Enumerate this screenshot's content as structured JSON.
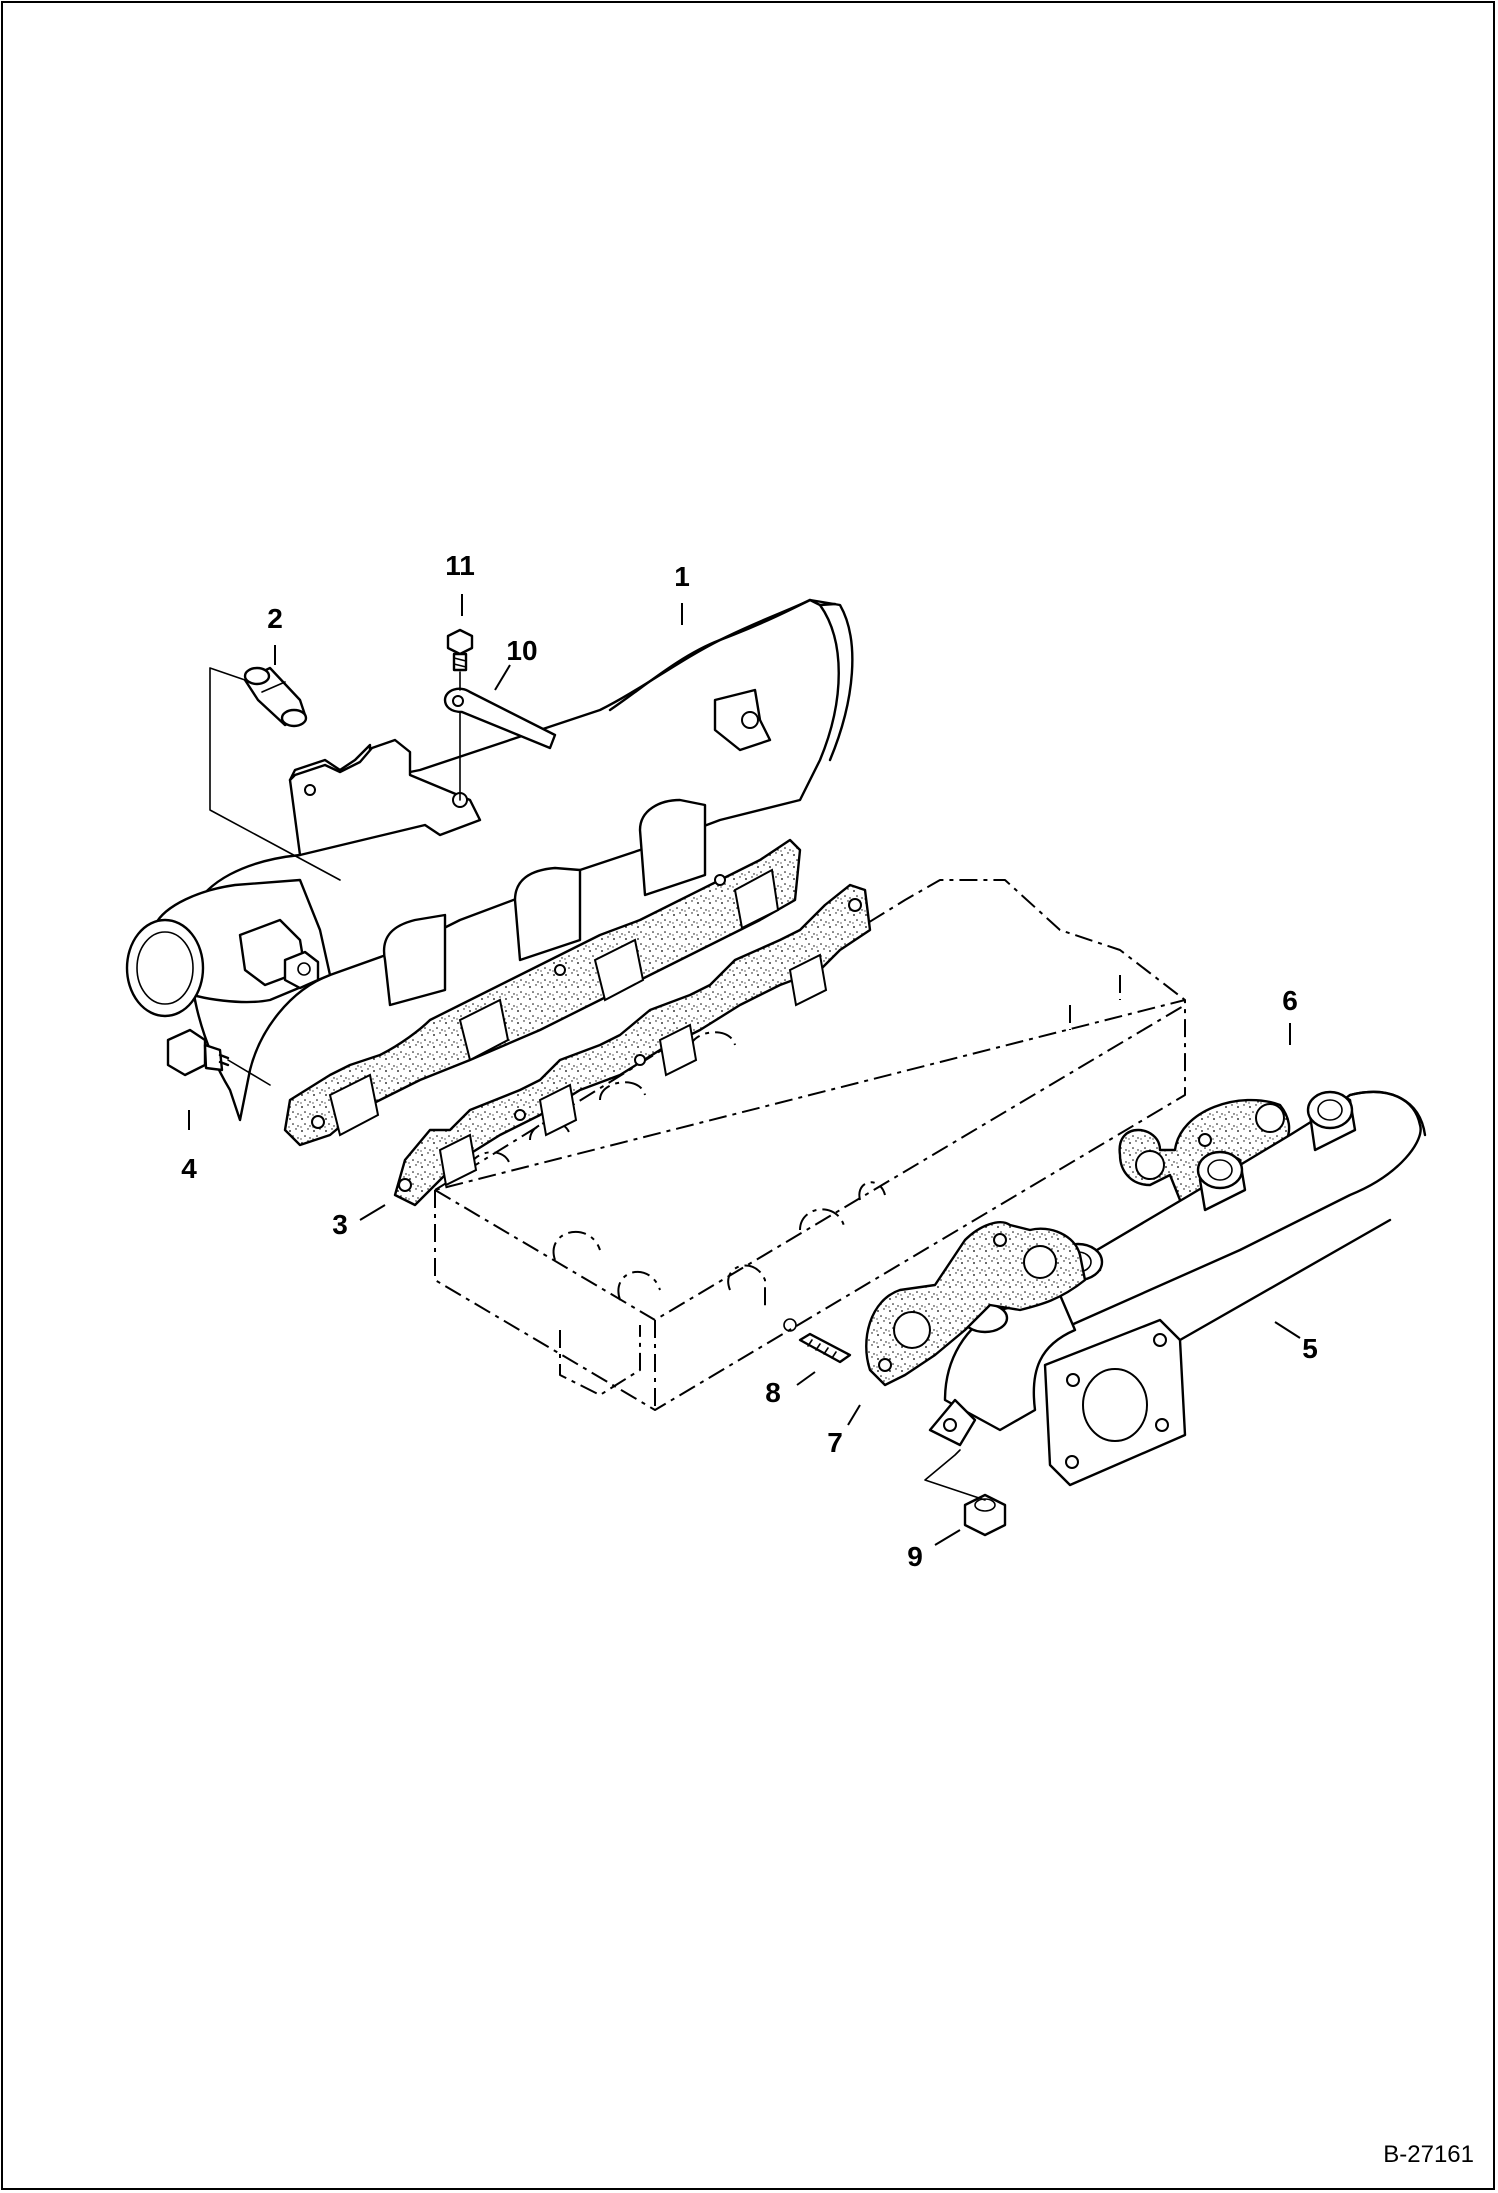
{
  "figure_id": "B-27161",
  "callouts": {
    "c1": "1",
    "c2": "2",
    "c3": "3",
    "c4": "4",
    "c5": "5",
    "c6": "6",
    "c7": "7",
    "c8": "8",
    "c9": "9",
    "c10": "10",
    "c11": "11"
  }
}
